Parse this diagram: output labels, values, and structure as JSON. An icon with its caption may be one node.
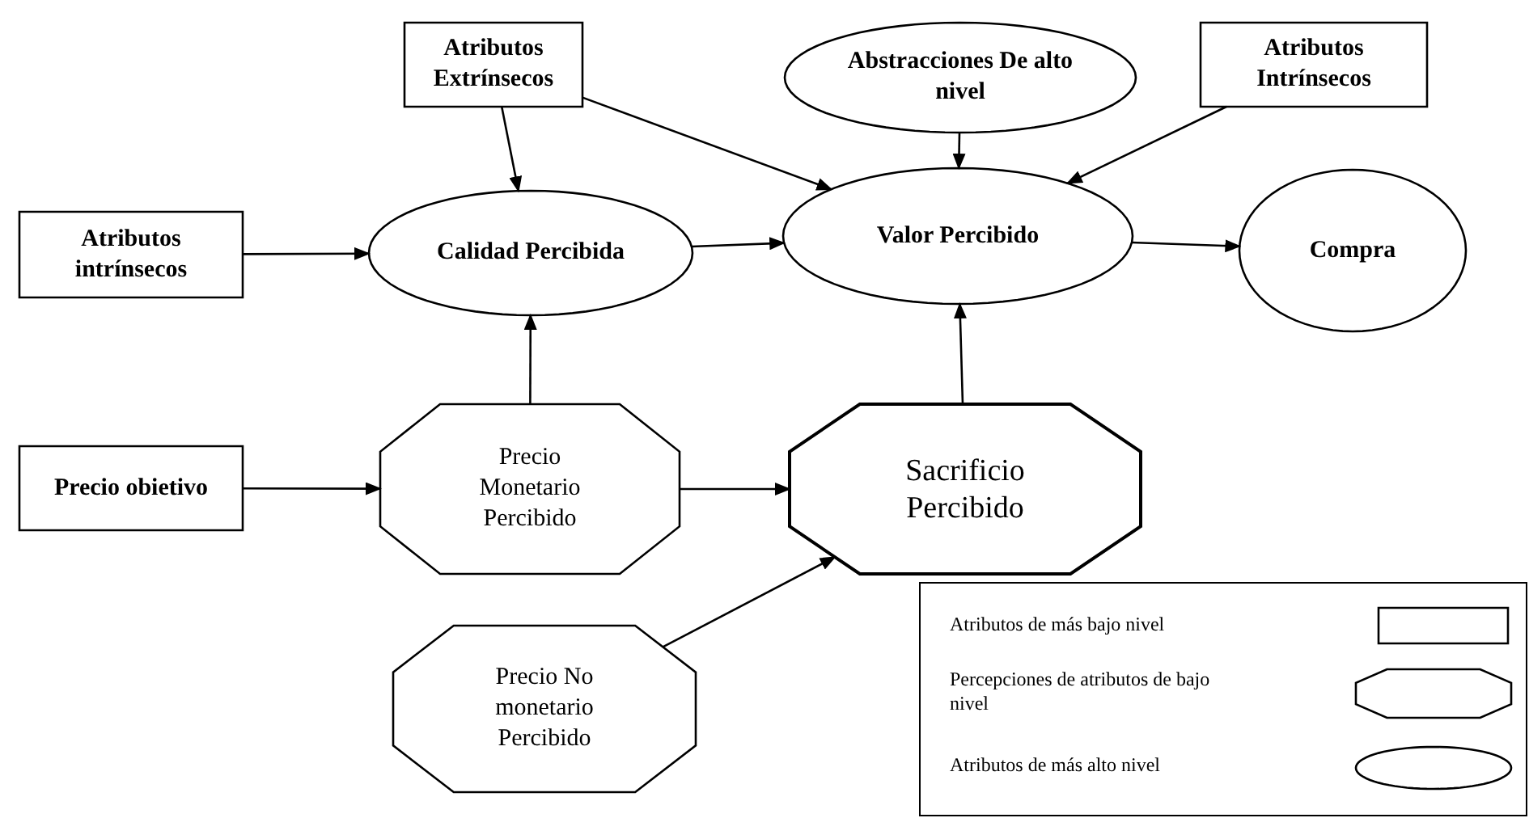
{
  "diagram": {
    "nodes": [
      {
        "text": [
          "Atributos Extrínsecos"
        ]
      },
      {
        "text": [
          "Abstracciones De alto nivel"
        ]
      },
      {
        "text": [
          "Atributos Intrínsecos"
        ]
      },
      {
        "text": [
          "Atributos intrínsecos"
        ]
      },
      {
        "text": [
          "Calidad Percibida"
        ]
      },
      {
        "text": [
          "Valor Percibido"
        ]
      },
      {
        "text": [
          "Compra"
        ]
      },
      {
        "text": [
          "Precio obietivo"
        ]
      },
      {
        "text": [
          "Precio Monetario Percibido"
        ]
      },
      {
        "text": [
          "Sacrificio Percibido"
        ]
      },
      {
        "text": [
          "Precio No monetario Percibido"
        ]
      }
    ],
    "edges": [
      {
        "from": 0,
        "to": 4,
        "arrow": "to"
      },
      {
        "from": 0,
        "to": 5,
        "arrow": "to"
      },
      {
        "from": 1,
        "to": 5,
        "arrow": "to"
      },
      {
        "from": 2,
        "to": 5,
        "arrow": "to"
      },
      {
        "from": 3,
        "to": 4,
        "arrow": "to"
      },
      {
        "from": 4,
        "to": 5,
        "arrow": "to"
      },
      {
        "from": 5,
        "to": 6,
        "arrow": "to"
      },
      {
        "from": 8,
        "to": 4,
        "arrow": "to"
      },
      {
        "from": 7,
        "to": 8,
        "arrow": "to"
      },
      {
        "from": 8,
        "to": 9,
        "arrow": "to"
      },
      {
        "from": 10,
        "to": 9,
        "arrow": "to"
      },
      {
        "from": 9,
        "to": 5,
        "arrow": "to"
      }
    ],
    "legend": [
      {
        "text": "Atributos de más bajo nivel"
      },
      {
        "text": "Percepciones de atributos de bajo nivel"
      },
      {
        "text": "Atributos de más alto nivel"
      }
    ]
  }
}
